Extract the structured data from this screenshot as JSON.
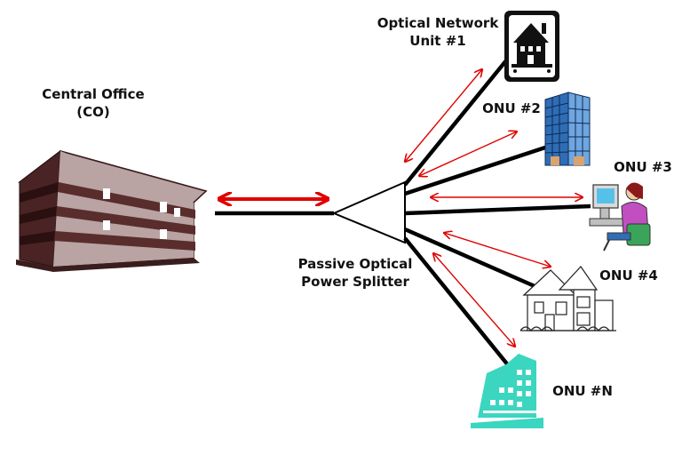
{
  "labels": {
    "central_office": [
      "Central Office",
      "(CO)"
    ],
    "splitter": [
      "Passive Optical",
      "Power Splitter"
    ],
    "onu1": [
      "Optical Network",
      "Unit #1"
    ],
    "onu2": "ONU #2",
    "onu3": "ONU #3",
    "onu4": "ONU #4",
    "onun": "ONU #N"
  },
  "colors": {
    "fiber": "#000000",
    "arrow": "#e00000",
    "building_dark": "#5a2d2d",
    "building_light": "#b9a3a3",
    "office_tower": "#2f6db5",
    "teal_building": "#3ad6c0",
    "person_shirt": "#c24fc2"
  },
  "icons": [
    "central-office-building-icon",
    "splitter-icon",
    "house-icon",
    "office-tower-icon",
    "computer-user-icon",
    "suburban-house-icon",
    "teal-building-icon"
  ]
}
